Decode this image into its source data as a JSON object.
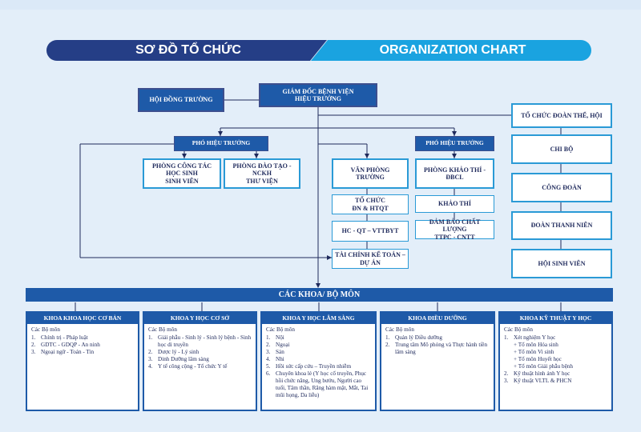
{
  "header": {
    "title_vi": "SƠ ĐỒ TỔ CHỨC",
    "title_en": "ORGANIZATION CHART"
  },
  "top": {
    "director": "GIÁM ĐỐC BỆNH VIỆN\nHIỆU TRƯỞNG",
    "council": "HỘI ĐỒNG TRƯỜNG"
  },
  "left_branch": {
    "vice_rector": "PHÓ HIỆU TRƯỞNG",
    "student_affairs": "PHÒNG CÔNG TÁC HỌC SINH\nSINH VIÊN",
    "training": "PHÒNG ĐÀO TẠO - NCKH\nTHƯ VIỆN"
  },
  "middle_branch": {
    "office": "VĂN PHÒNG TRƯỜNG",
    "organization": "TỔ CHỨC\nĐN & HTQT",
    "admin": "HC - QT – VTTBYT",
    "finance": "TÀI CHÍNH KẾ TOÁN –\nDỰ ÁN"
  },
  "right_branch": {
    "vice_rector": "PHÓ HIỆU TRƯỞNG",
    "exam_office": "PHÒNG KHẢO THÍ  - ĐBCL",
    "exam": "KHẢO THÍ",
    "quality": "ĐẢM BẢO CHẤT LƯỢNG\nTTPC - CNTT"
  },
  "unions": {
    "title": "TỔ CHỨC ĐOÀN THỂ, HỘI",
    "party": "CHI BỘ",
    "trade_union": "CÔNG ĐOÀN",
    "youth": "ĐOÀN THANH NIÊN",
    "students": "HỘI SINH VIÊN"
  },
  "departments_header": "CÁC KHOA/ BỘ MÔN",
  "faculties": [
    {
      "title": "KHOA KHOA HỌC CƠ BẢN",
      "intro": "Các Bộ môn",
      "items": [
        "1.",
        "Chính trị - Pháp luật",
        "2.",
        "GDTC - GDQP - An ninh",
        "3.",
        "Ngoại ngữ - Toán - Tin"
      ]
    },
    {
      "title": "KHOA Y HỌC CƠ SỞ",
      "intro": "Các Bộ môn",
      "items": [
        "1.",
        "Giải phẫu - Sinh lý - Sinh lý bệnh - Sinh học di truyền",
        "2.",
        "Dược lý - Lý sinh",
        "3.",
        "Dinh Dưỡng lâm sàng",
        "4.",
        "Y tế công cộng  - Tổ chức Y tế"
      ]
    },
    {
      "title": "KHOA Y HỌC  LÂM SÀNG",
      "intro": "Các Bộ môn",
      "items": [
        "1.",
        "Nội",
        "2.",
        "Ngoại",
        "3.",
        "Sản",
        "4.",
        "Nhi",
        "5.",
        "Hồi sức cấp cứu – Truyền nhiễm",
        "6.",
        "Chuyên khoa lẻ (Y học cổ truyền, Phục hồi chức năng, Ung bướu, Người cao tuổi, Tâm thần, Răng hàm mặt, Mắt, Tai mũi họng, Da liễu)"
      ]
    },
    {
      "title": "KHOA ĐIỀU DƯỠNG",
      "intro": "Các Bộ môn",
      "items": [
        "1.",
        "Quản lý Điều dưỡng",
        "2.",
        "Trung tâm Mô phỏng và Thực hành tiền lâm sàng"
      ]
    },
    {
      "title": "KHOA KỸ THUẬT Y HỌC",
      "intro": "Các Bộ môn",
      "items": [
        "1.",
        "Xét nghiệm Y học",
        "",
        "+ Tổ môn Hóa sinh",
        "",
        "+ Tổ môn Vi sinh",
        "",
        "+ Tổ môn Huyết học",
        "",
        "+ Tổ môn Giải phẫu bệnh",
        "2.",
        "Kỹ thuật hình ảnh Y học",
        "3.",
        "Kỹ thuật VLTL & PHCN"
      ]
    }
  ]
}
